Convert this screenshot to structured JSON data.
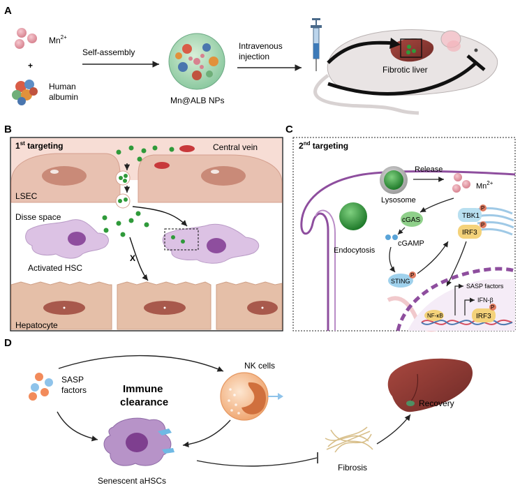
{
  "panels": {
    "a": {
      "letter": "A",
      "mn_label": "Mn",
      "mn_sup": "2+",
      "plus": "+",
      "albumin_line1": "Human",
      "albumin_line2": "albumin",
      "step1": "Self-assembly",
      "np_label": "Mn@ALB NPs",
      "step2_line1": "Intravenous",
      "step2_line2": "injection",
      "liver_label": "Fibrotic liver"
    },
    "b": {
      "letter": "B",
      "title_base": "1",
      "title_sup": "st",
      "title_rest": " targeting",
      "central_vein": "Central vein",
      "lsec": "LSEC",
      "disse": "Disse space",
      "activated_hsc": "Activated HSC",
      "block_mark": "X",
      "hepatocyte": "Hepatocyte"
    },
    "c": {
      "letter": "C",
      "title_base": "2",
      "title_sup": "nd",
      "title_rest": " targeting",
      "release": "Release",
      "lysosome": "Lysosome",
      "mn_label": "Mn",
      "mn_sup": "2+",
      "cgas": "cGAS",
      "cgamp": "cGAMP",
      "endocytosis": "Endocytosis",
      "tbk1": "TBK1",
      "irf3": "IRF3",
      "phospho": "P",
      "sting": "STING",
      "sasp": "SASP factors",
      "ifn": "IFN-β",
      "nfkb": "NF-κB",
      "irf3_nuc": "IRF3"
    },
    "d": {
      "letter": "D",
      "sasp_line1": "SASP",
      "sasp_line2": "factors",
      "immune_line1": "Immune",
      "immune_line2": "clearance",
      "nk": "NK cells",
      "recovery": "Recovery",
      "senescent": "Senescent aHSCs",
      "fibrosis": "Fibrosis"
    }
  },
  "icons": [
    "syringe-icon",
    "mouse-icon",
    "liver-icon",
    "nk-cell-icon",
    "senescent-cell-icon",
    "fiber-icon"
  ],
  "colors": {
    "mn_ion": "#e8a3ad",
    "np_green": "#2f9a3a",
    "red_blood_cell": "#c8393b",
    "lsec_cell": "#e6c2b5",
    "hepatocyte": "#e5bfa8",
    "hsc_purple": "#c9a8d6",
    "nucleus": "#9c5f56",
    "sting_blue": "#9fd1ec",
    "irf3_yellow": "#f4d27a",
    "liver_brown": "#8b3b36"
  }
}
